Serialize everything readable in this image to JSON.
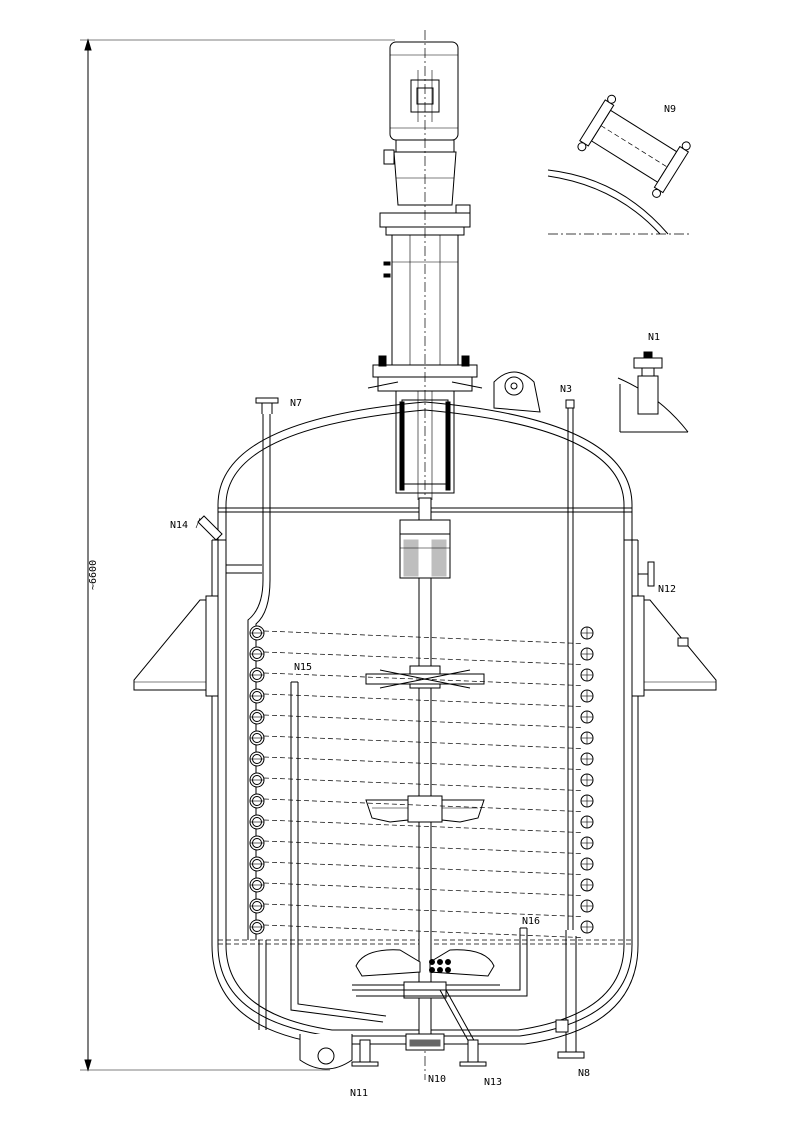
{
  "drawing": {
    "overall_height_dimension": "~6600",
    "nozzle_labels": {
      "n1": "N1",
      "n3": "N3",
      "n7": "N7",
      "n8": "N8",
      "n9": "N9",
      "n10": "N10",
      "n11": "N11",
      "n12": "N12",
      "n13": "N13",
      "n14": "N14",
      "n15": "N15",
      "n16": "N16"
    },
    "coil_turns": 15,
    "line_color": "#000000",
    "background": "#ffffff"
  }
}
